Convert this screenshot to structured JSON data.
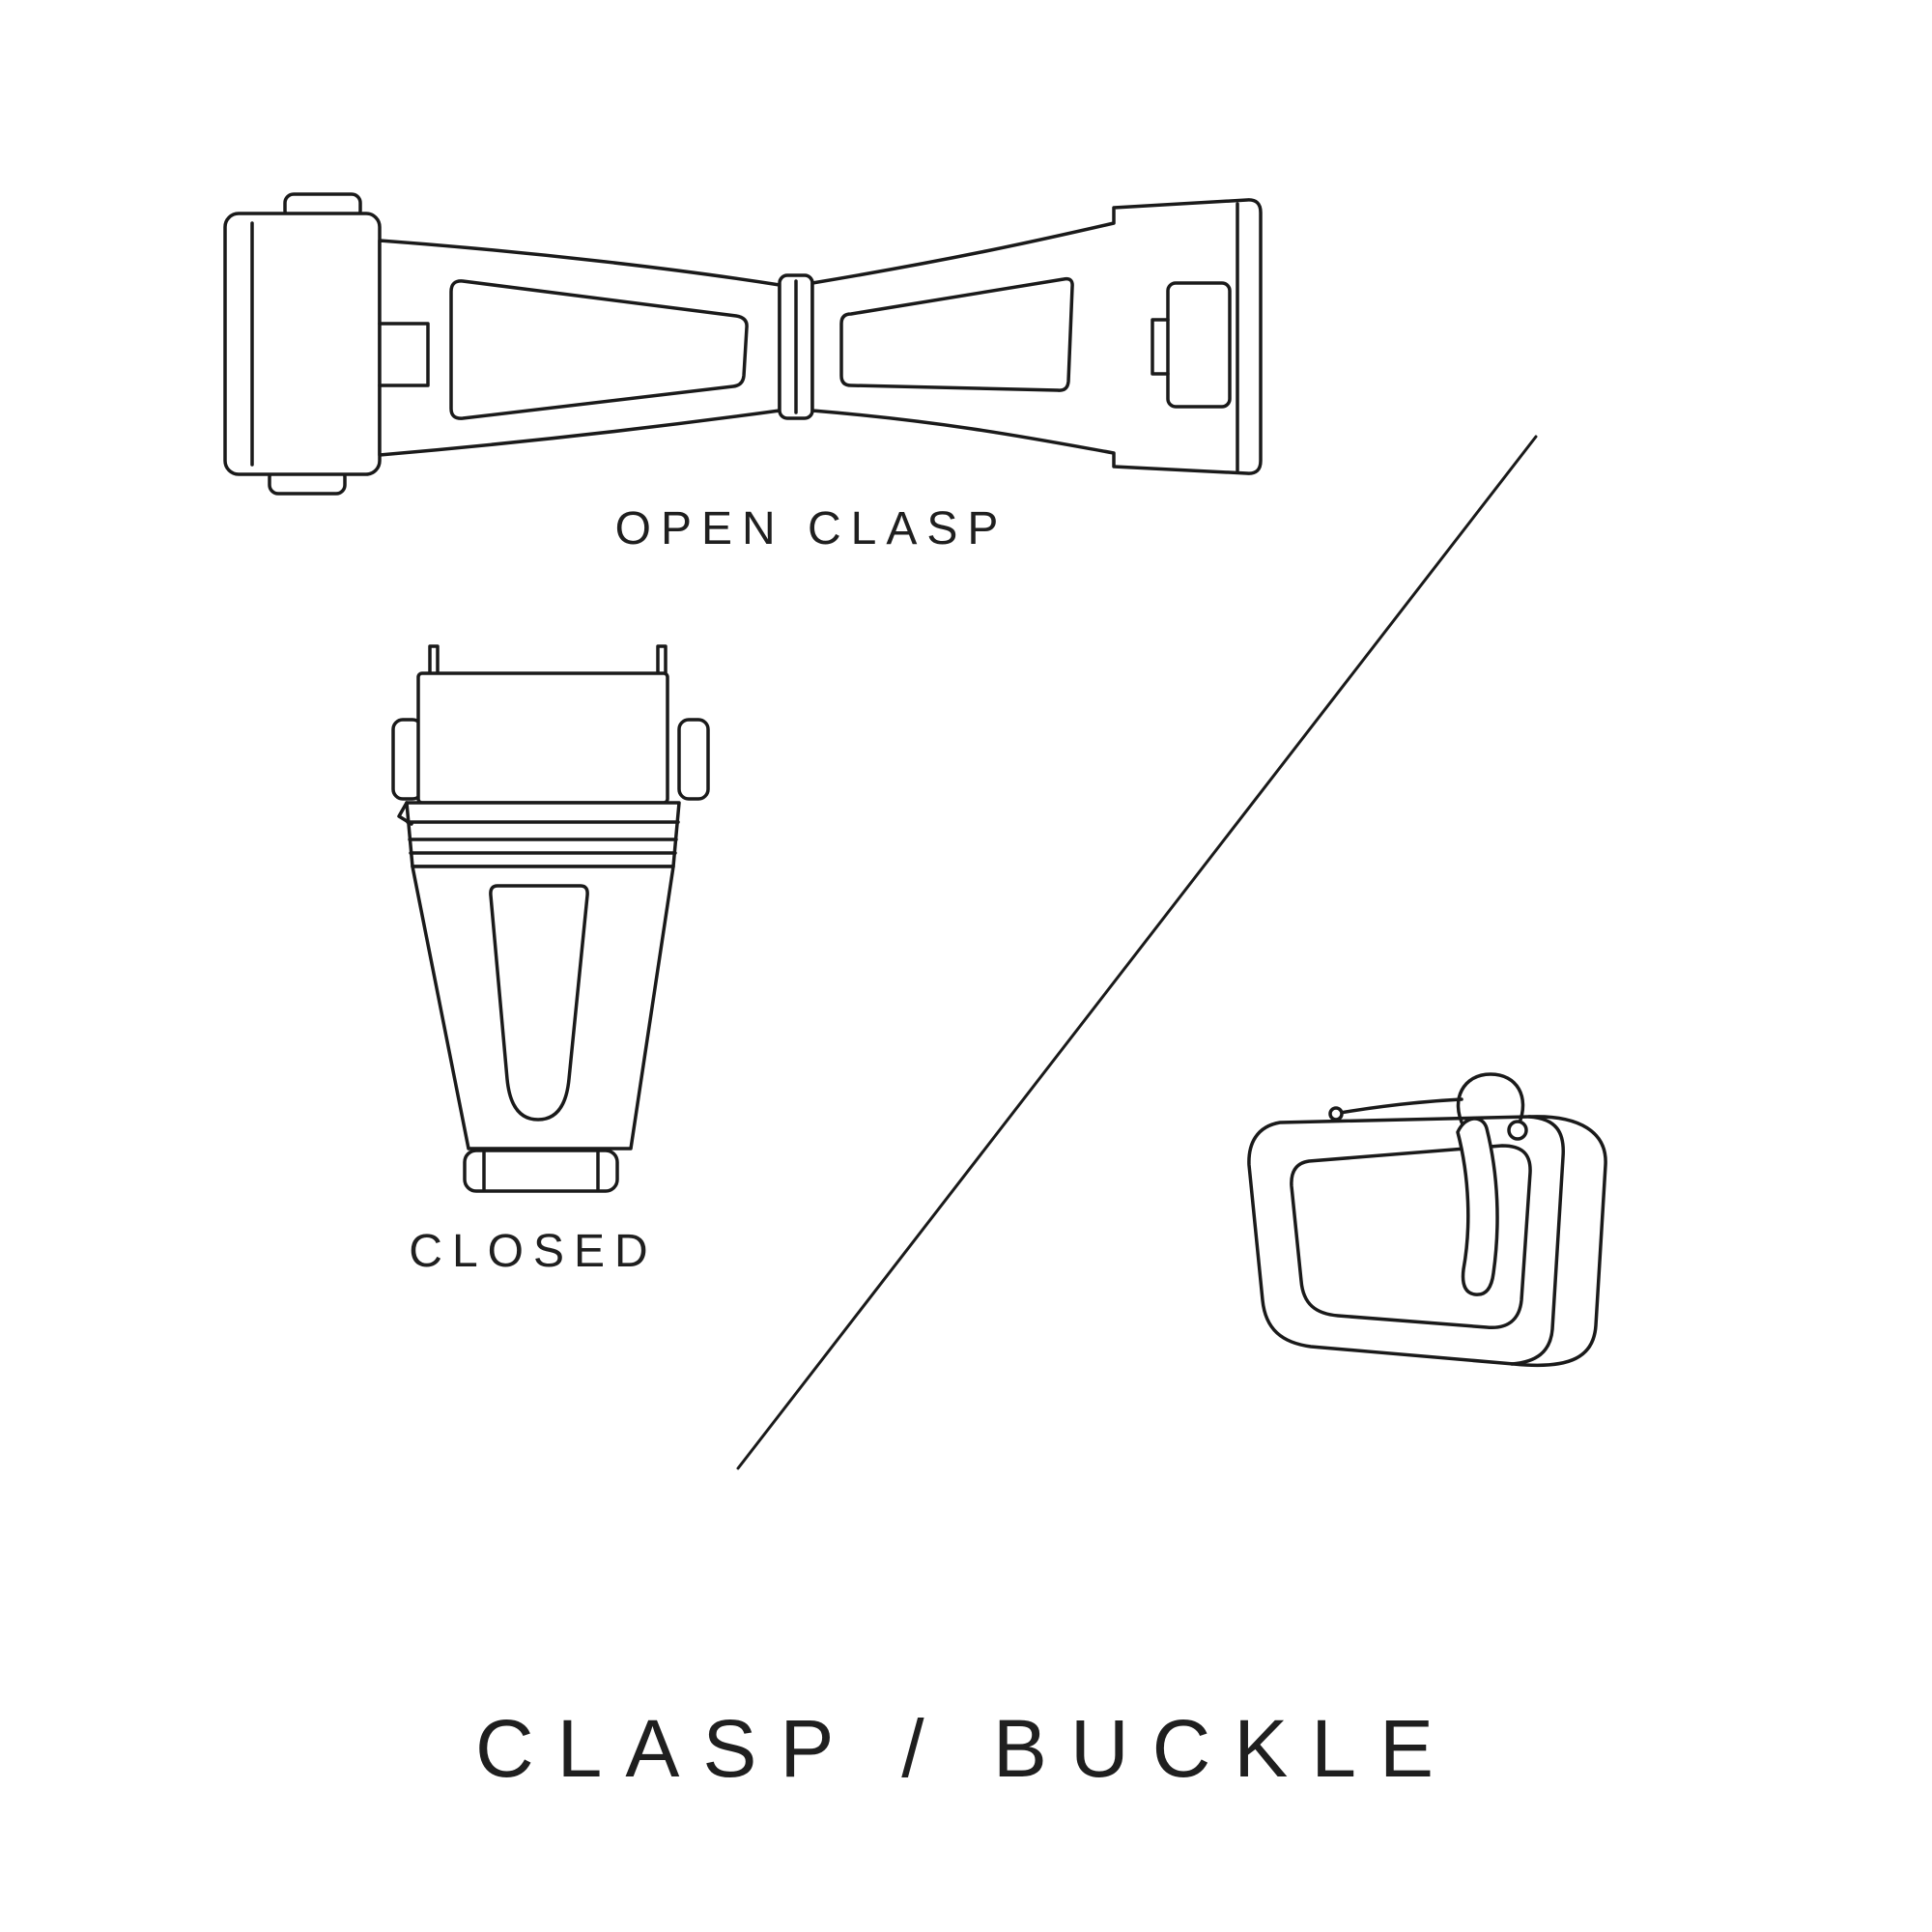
{
  "canvas": {
    "background": "#ffffff",
    "ink": "#1a1a1a"
  },
  "labels": {
    "open_clasp": "OPEN CLASP",
    "closed": "CLOSED",
    "title": "CLASP / BUCKLE"
  },
  "figures": [
    {
      "name": "open-clasp-illustration",
      "caption": "OPEN CLASP"
    },
    {
      "name": "closed-clasp-illustration",
      "caption": "CLOSED"
    },
    {
      "name": "tang-buckle-illustration",
      "caption": ""
    }
  ]
}
